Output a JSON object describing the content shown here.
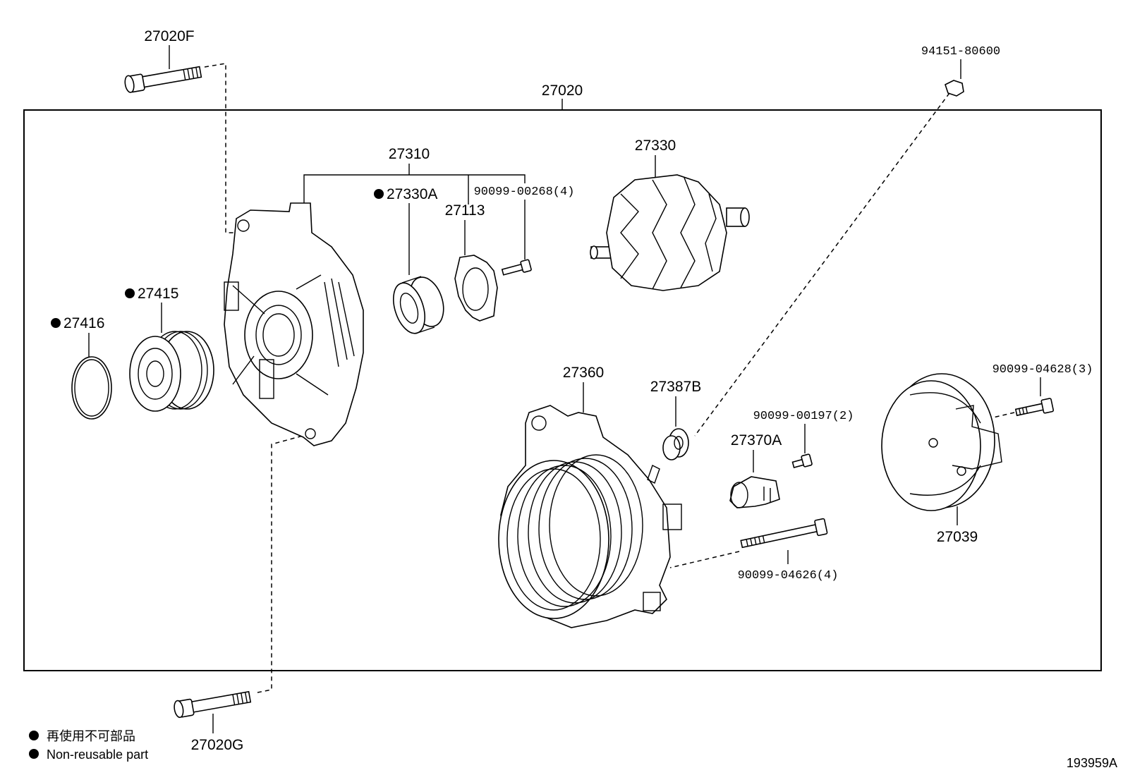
{
  "diagram": {
    "assembly_number": "27020",
    "parts": [
      {
        "id": "p27020F",
        "number": "27020F",
        "non_reusable": false
      },
      {
        "id": "p27020G",
        "number": "27020G",
        "non_reusable": false
      },
      {
        "id": "p94151",
        "number": "94151-80600",
        "non_reusable": false
      },
      {
        "id": "p27310",
        "number": "27310",
        "non_reusable": false
      },
      {
        "id": "p27330A",
        "number": "27330A",
        "non_reusable": true
      },
      {
        "id": "p27113",
        "number": "27113",
        "non_reusable": false
      },
      {
        "id": "p90099_00268",
        "number": "90099-00268(4)",
        "non_reusable": false
      },
      {
        "id": "p27330",
        "number": "27330",
        "non_reusable": false
      },
      {
        "id": "p27415",
        "number": "27415",
        "non_reusable": true
      },
      {
        "id": "p27416",
        "number": "27416",
        "non_reusable": true
      },
      {
        "id": "p27360",
        "number": "27360",
        "non_reusable": false
      },
      {
        "id": "p27387B",
        "number": "27387B",
        "non_reusable": false
      },
      {
        "id": "p90099_00197",
        "number": "90099-00197(2)",
        "non_reusable": false
      },
      {
        "id": "p27370A",
        "number": "27370A",
        "non_reusable": false
      },
      {
        "id": "p90099_04628",
        "number": "90099-04628(3)",
        "non_reusable": false
      },
      {
        "id": "p27039",
        "number": "27039",
        "non_reusable": false
      },
      {
        "id": "p90099_04626",
        "number": "90099-04626(4)",
        "non_reusable": false
      }
    ],
    "legend": {
      "japanese": "再使用不可部品",
      "english": "Non-reusable part"
    },
    "figure_id": "193959A"
  }
}
